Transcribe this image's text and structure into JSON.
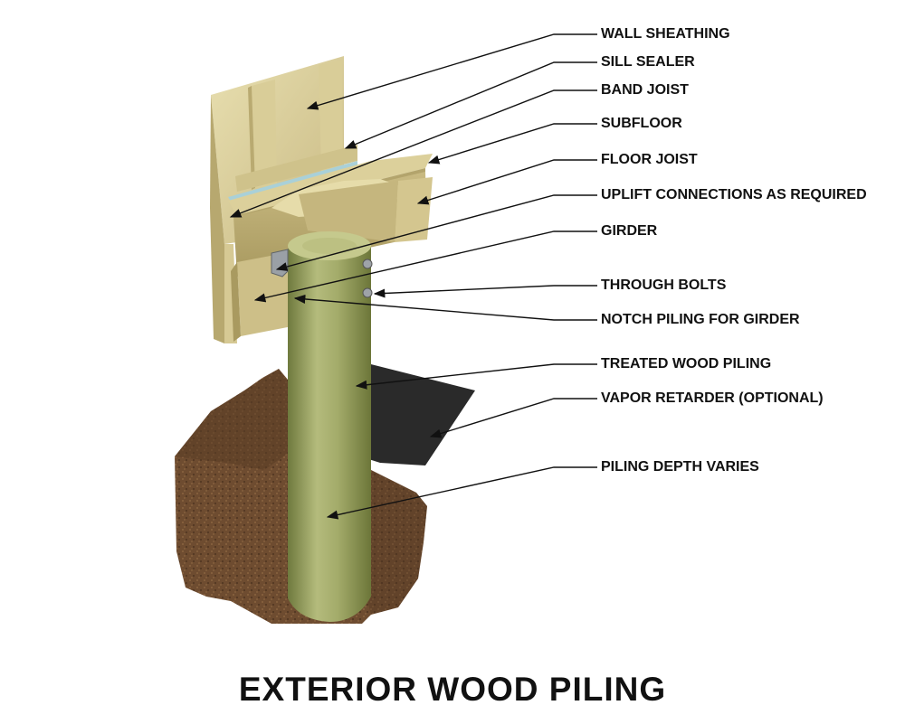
{
  "title": "EXTERIOR WOOD PILING",
  "colors": {
    "wood_light": "#e2d8a6",
    "wood_mid": "#cbbd86",
    "wood_shadow": "#a89a62",
    "piling": "#a3ab6a",
    "piling_dark": "#7c8648",
    "soil": "#6e4c30",
    "soil_dark": "#4e3420",
    "vapor_retarder": "#2a2a2a",
    "sill_sealer": "#a9d0d8",
    "leader": "#111111"
  },
  "labels": {
    "wall_sheathing": "WALL SHEATHING",
    "sill_sealer": "SILL SEALER",
    "band_joist": "BAND JOIST",
    "subfloor": "SUBFLOOR",
    "floor_joist": "FLOOR JOIST",
    "uplift": "UPLIFT CONNECTIONS AS REQUIRED",
    "girder": "GIRDER",
    "through_bolts": "THROUGH BOLTS",
    "notch": "NOTCH PILING FOR GIRDER",
    "treated_piling": "TREATED WOOD PILING",
    "vapor": "VAPOR RETARDER (OPTIONAL)",
    "depth": "PILING DEPTH VARIES"
  }
}
